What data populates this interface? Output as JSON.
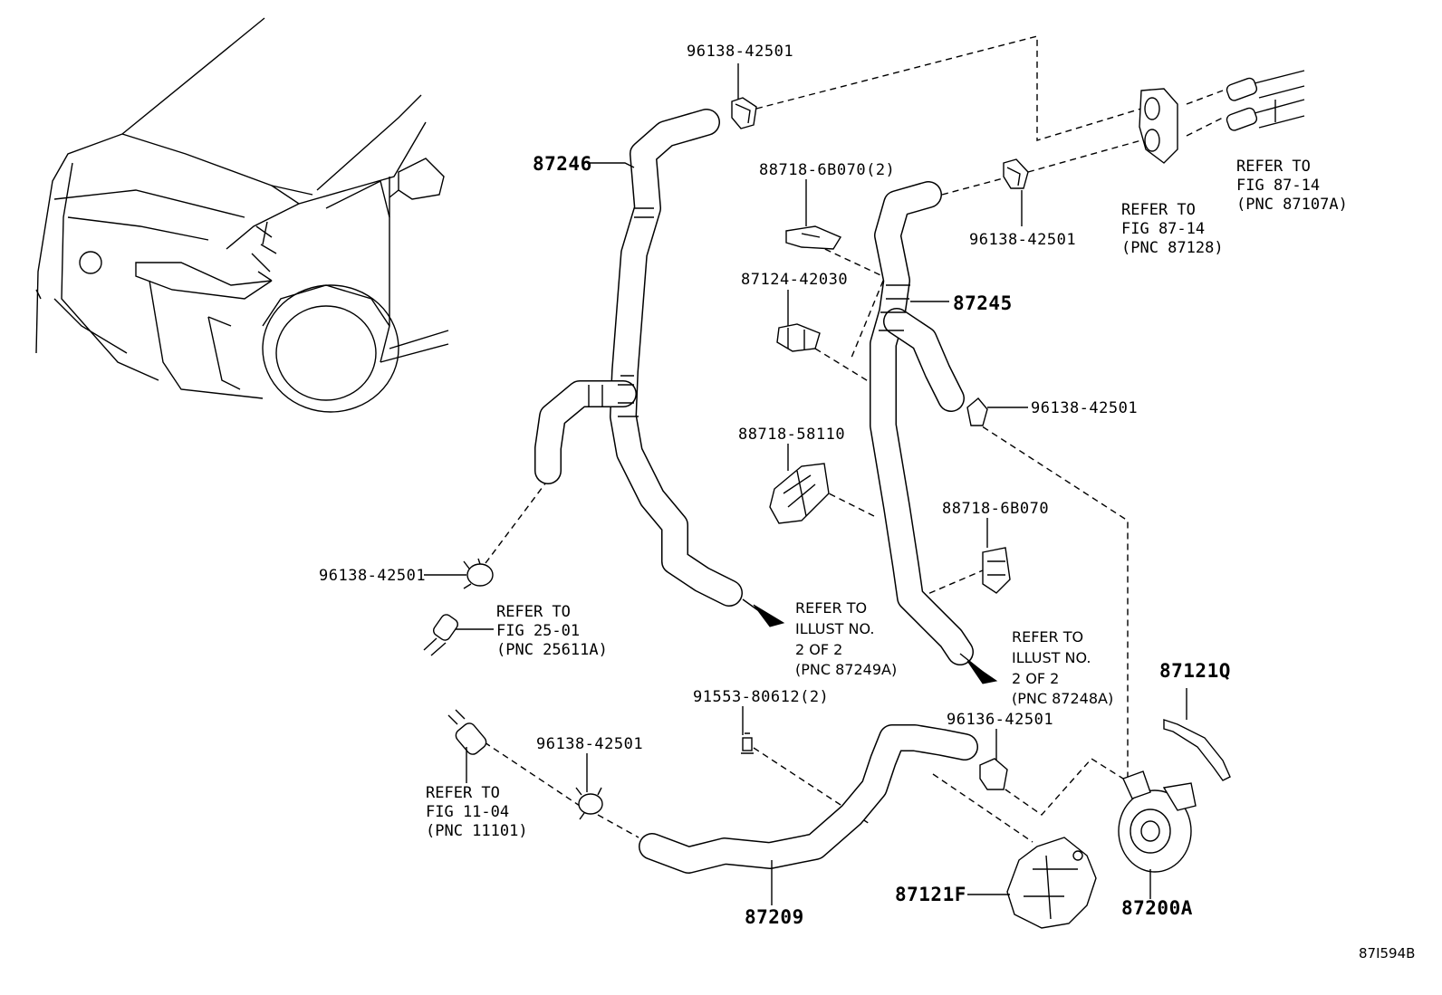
{
  "diagram_id": "87I594B",
  "labels": {
    "p87246": "87246",
    "p87245": "87245",
    "p87209": "87209",
    "p87121Q": "87121Q",
    "p87121F": "87121F",
    "p87200A": "87200A",
    "clamp_top": "96138-42501",
    "clamp_right_top": "96138-42501",
    "clamp_mid_right": "96138-42501",
    "clamp_left": "96138-42501",
    "clamp_bottom": "96138-42501",
    "clamp_96136": "96136-42501",
    "clamp_88718_6b070_2": "88718-6B070(2)",
    "clamp_87124": "87124-42030",
    "clamp_88718_58110": "88718-58110",
    "clamp_88718_6b070": "88718-6B070",
    "bolt_91553": "91553-80612(2)"
  },
  "refs": {
    "fig8714_a": [
      "REFER TO",
      "FIG 87-14",
      "(PNC 87128)"
    ],
    "fig8714_b": [
      "REFER TO",
      "FIG 87-14",
      "(PNC 87107A)"
    ],
    "fig2501": [
      "REFER TO",
      "FIG 25-01",
      "(PNC 25611A)"
    ],
    "fig1104": [
      "REFER TO",
      "FIG 11-04",
      "(PNC 11101)"
    ],
    "illust_87249A": [
      "REFER TO",
      "ILLUST NO.",
      "2 OF 2",
      "(PNC 87249A)"
    ],
    "illust_87248A": [
      "REFER TO",
      "ILLUST NO.",
      "2 OF 2",
      "(PNC 87248A)"
    ]
  }
}
